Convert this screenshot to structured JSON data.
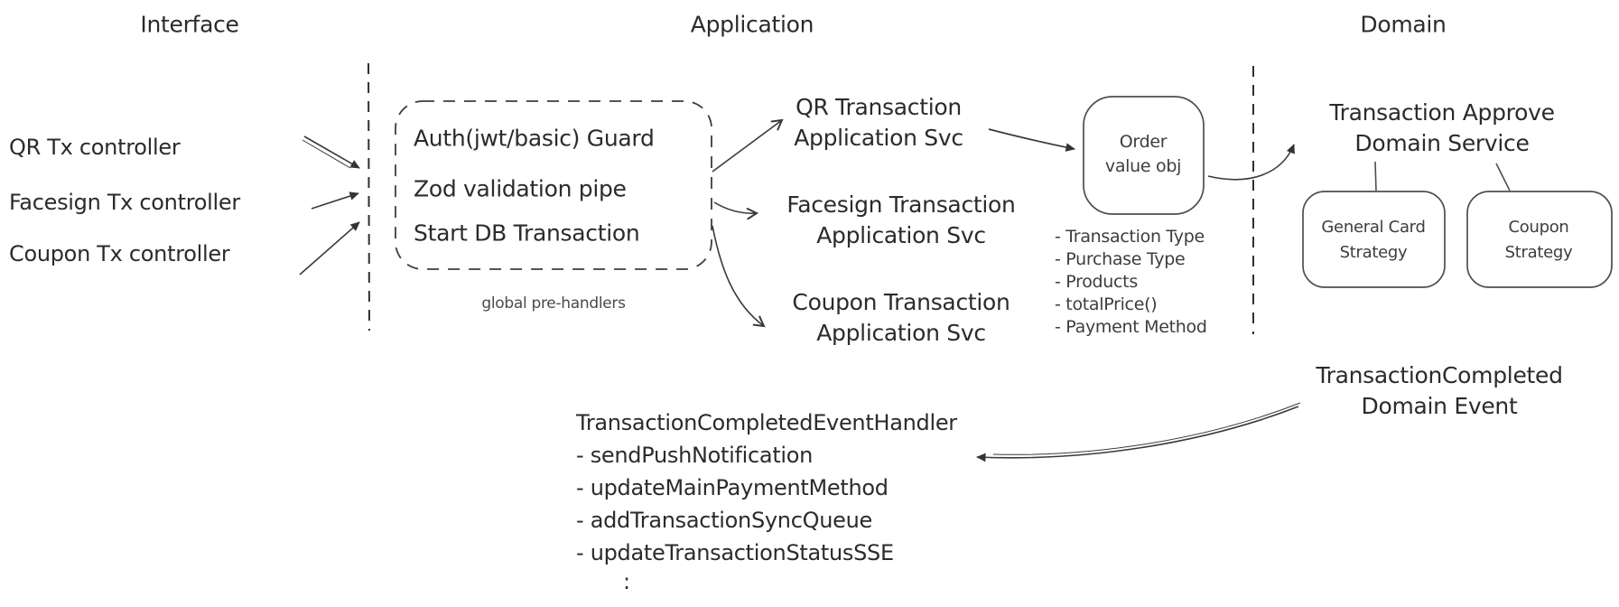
{
  "sections": {
    "interface": {
      "title": "Interface"
    },
    "application": {
      "title": "Application"
    },
    "domain": {
      "title": "Domain"
    }
  },
  "interface": {
    "controllers": [
      "QR Tx controller",
      "Facesign Tx controller",
      "Coupon Tx controller"
    ]
  },
  "application": {
    "guard_box": {
      "lines": [
        "Auth(jwt/basic) Guard",
        "Zod validation pipe",
        "Start DB Transaction"
      ],
      "caption": "global pre-handlers"
    },
    "services": [
      {
        "line1": "QR Transaction",
        "line2": "Application Svc"
      },
      {
        "line1": "Facesign Transaction",
        "line2": "Application Svc"
      },
      {
        "line1": "Coupon Transaction",
        "line2": "Application Svc"
      }
    ],
    "order_value_obj": {
      "line1": "Order",
      "line2": "value obj",
      "attributes": [
        "- Transaction Type",
        "- Purchase Type",
        "- Products",
        "- totalPrice()",
        "- Payment Method"
      ]
    }
  },
  "domain": {
    "service": {
      "line1": "Transaction Approve",
      "line2": "Domain Service"
    },
    "strategies": [
      {
        "line1": "General Card",
        "line2": "Strategy"
      },
      {
        "line1": "Coupon",
        "line2": "Strategy"
      }
    ],
    "event": {
      "line1": "TransactionCompleted",
      "line2": "Domain Event"
    }
  },
  "event_handler": {
    "title": "TransactionCompletedEventHandler",
    "items": [
      "- sendPushNotification",
      "- updateMainPaymentMethod",
      "- addTransactionSyncQueue",
      "- updateTransactionStatusSSE"
    ],
    "more_indicator": ":"
  },
  "colors": {
    "background": "#ffffff",
    "ink": "#2b2b2b",
    "box_stroke": "#4f4f4f",
    "arrow": "#3a3a3a"
  }
}
